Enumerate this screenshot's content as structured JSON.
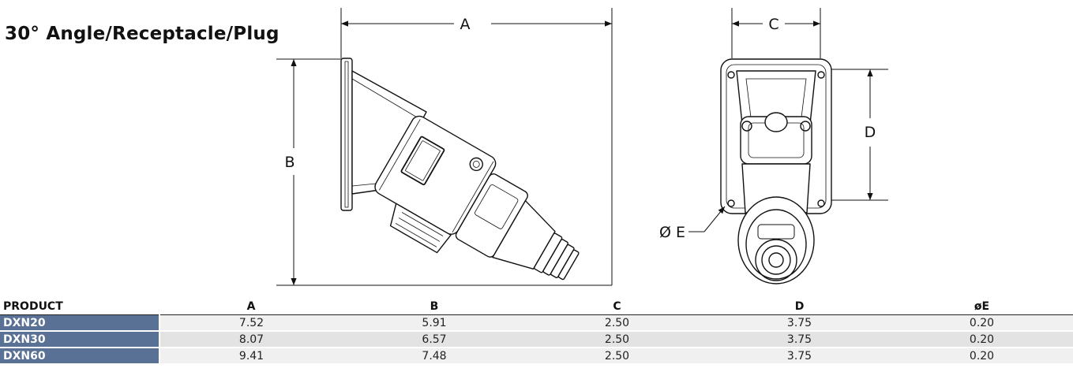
{
  "title": "30° Angle/Receptacle/Plug",
  "dimension_labels": {
    "a": "A",
    "b": "B",
    "c": "C",
    "d": "D",
    "e": "Ø E"
  },
  "table": {
    "headers": [
      "PRODUCT",
      "A",
      "B",
      "C",
      "D",
      "øE"
    ],
    "rows": [
      [
        "DXN20",
        "7.52",
        "5.91",
        "2.50",
        "3.75",
        "0.20"
      ],
      [
        "DXN30",
        "8.07",
        "6.57",
        "2.50",
        "3.75",
        "0.20"
      ],
      [
        "DXN60",
        "9.41",
        "7.48",
        "2.50",
        "3.75",
        "0.20"
      ]
    ]
  },
  "colors": {
    "product_cell": "#5a7196",
    "row_band": "#f0f0f0",
    "row_band_alt": "#e3e3e3"
  },
  "icons": [
    "side-view-drawing",
    "front-view-drawing",
    "dimension-arrow"
  ]
}
